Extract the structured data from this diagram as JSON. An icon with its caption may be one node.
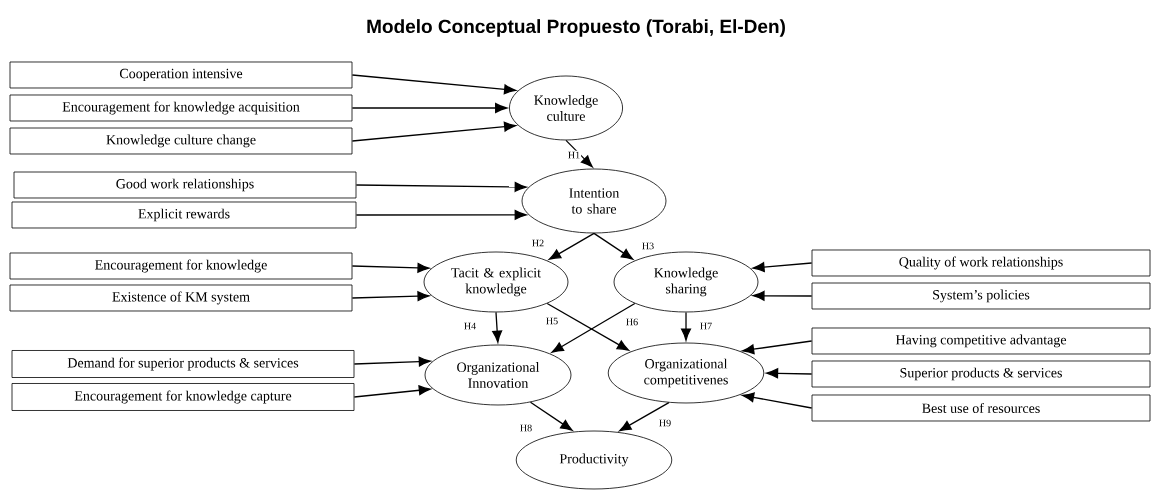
{
  "diagram": {
    "title": "Modelo Conceptual Propuesto (Torabi, El-Den)",
    "nodes": [
      {
        "text": [
          "Cooperation intensive"
        ]
      },
      {
        "text": [
          "Encouragement for knowledge acquisition"
        ]
      },
      {
        "text": [
          "Knowledge culture change"
        ]
      },
      {
        "text": [
          "Knowledge culture"
        ]
      },
      {
        "text": [
          "Good work relationships"
        ]
      },
      {
        "text": [
          "Explicit rewards"
        ]
      },
      {
        "text": [
          "Intention to share"
        ]
      },
      {
        "text": [
          "Encouragement for knowledge"
        ]
      },
      {
        "text": [
          "Existence of KM system"
        ]
      },
      {
        "text": [
          "Tacit & explicit knowledge"
        ]
      },
      {
        "text": [
          "Knowledge sharing"
        ]
      },
      {
        "text": [
          "Quality of work relationships"
        ]
      },
      {
        "text": [
          "System’s policies"
        ]
      },
      {
        "text": [
          "Demand for superior products & services"
        ]
      },
      {
        "text": [
          "Encouragement for knowledge capture"
        ]
      },
      {
        "text": [
          "Organizational Innovation"
        ]
      },
      {
        "text": [
          "Organizational competitivenes"
        ]
      },
      {
        "text": [
          "Having competitive advantage"
        ]
      },
      {
        "text": [
          "Superior products & services"
        ]
      },
      {
        "text": [
          "Best use of resources"
        ]
      },
      {
        "text": [
          "Productivity"
        ]
      }
    ],
    "edges": [
      {
        "from": 0,
        "to": 3,
        "arrow": "to"
      },
      {
        "from": 1,
        "to": 3,
        "arrow": "to"
      },
      {
        "from": 2,
        "to": 3,
        "arrow": "to"
      },
      {
        "from": 3,
        "to": 6,
        "arrow": "to",
        "label": "H1"
      },
      {
        "from": 4,
        "to": 6,
        "arrow": "to"
      },
      {
        "from": 5,
        "to": 6,
        "arrow": "to"
      },
      {
        "from": 6,
        "to": 9,
        "arrow": "to",
        "label": "H2"
      },
      {
        "from": 6,
        "to": 10,
        "arrow": "to",
        "label": "H3"
      },
      {
        "from": 7,
        "to": 9,
        "arrow": "to"
      },
      {
        "from": 8,
        "to": 9,
        "arrow": "to"
      },
      {
        "from": 11,
        "to": 10,
        "arrow": "to"
      },
      {
        "from": 12,
        "to": 10,
        "arrow": "to"
      },
      {
        "from": 9,
        "to": 15,
        "arrow": "to",
        "label": "H4"
      },
      {
        "from": 9,
        "to": 16,
        "arrow": "to",
        "label": "H5"
      },
      {
        "from": 10,
        "to": 15,
        "arrow": "to",
        "label": "H6"
      },
      {
        "from": 10,
        "to": 16,
        "arrow": "to",
        "label": "H7"
      },
      {
        "from": 13,
        "to": 15,
        "arrow": "to"
      },
      {
        "from": 14,
        "to": 15,
        "arrow": "to"
      },
      {
        "from": 17,
        "to": 16,
        "arrow": "to"
      },
      {
        "from": 18,
        "to": 16,
        "arrow": "to"
      },
      {
        "from": 19,
        "to": 16,
        "arrow": "to"
      },
      {
        "from": 15,
        "to": 20,
        "arrow": "to",
        "label": "H8"
      },
      {
        "from": 16,
        "to": 20,
        "arrow": "to",
        "label": "H9"
      }
    ]
  }
}
